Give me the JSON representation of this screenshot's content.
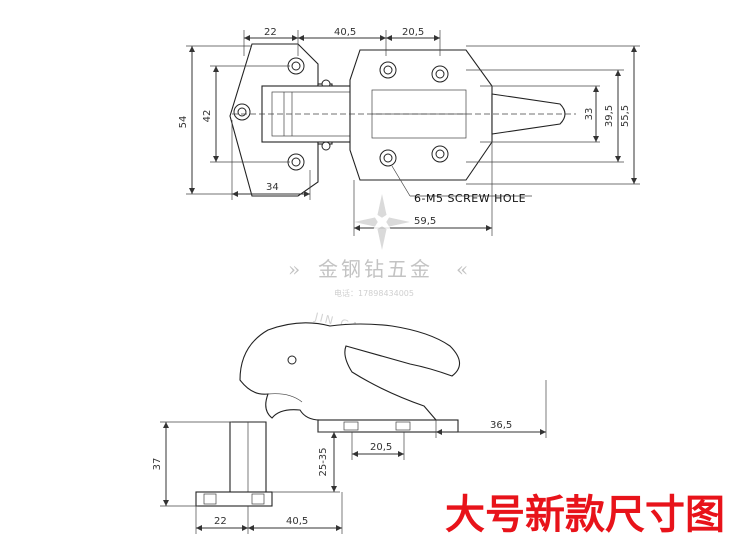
{
  "top_view": {
    "dims": {
      "d22": "22",
      "d40_5": "40,5",
      "d20_5": "20,5",
      "d54": "54",
      "d42": "42",
      "d34": "34",
      "d33": "33",
      "d39_5": "39,5",
      "d55_5": "55,5",
      "d59_5": "59,5"
    },
    "screw_label": "6-M5 SCREW HOLE"
  },
  "watermark": {
    "brand_cn": "金钢钻五金",
    "phone": "电话：17898434005",
    "brand_en": "JIN GANG ZUAN"
  },
  "side_view": {
    "dims": {
      "d37": "37",
      "d25_35": "25-35",
      "d20_5": "20,5",
      "d36_5": "36,5",
      "d22": "22",
      "d40_5": "40,5"
    }
  },
  "banner": {
    "text": "大号新款尺寸图",
    "color": "#e8131a"
  }
}
